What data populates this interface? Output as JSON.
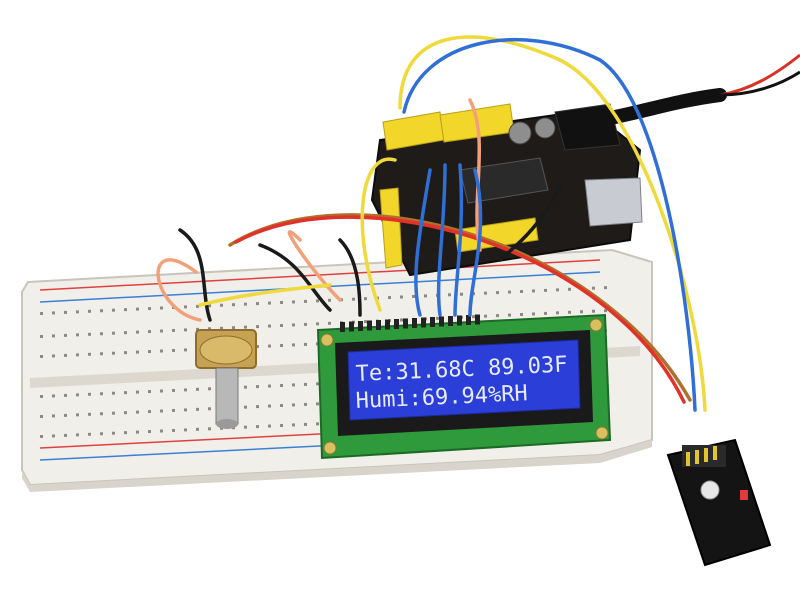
{
  "lcd": {
    "line1": "Te:31.68C 89.03F",
    "line2": "Humi:69.94%RH"
  },
  "colors": {
    "breadboard": "#f4f2ee",
    "arduino_pcb": "#1e1b18",
    "header": "#f2d62a",
    "lcd_pcb": "#2e9a3c",
    "lcd_screen": "#2b3fd8",
    "sensor_pcb": "#141414",
    "wire_yellow": "#f0d93a",
    "wire_blue": "#2f6fd6",
    "wire_red": "#e0322a",
    "wire_black": "#1a1a1a",
    "wire_orange": "#f2a07a",
    "wire_brown": "#b0702a"
  },
  "components": {
    "breadboard": "breadboard",
    "arduino": "arduino-uno-with-sensor-shield",
    "lcd": "lcd-1602-display",
    "potentiometer": "rotary-potentiometer",
    "sensor": "temperature-humidity-sensor-module",
    "power_cable": "dc-power-cable"
  }
}
